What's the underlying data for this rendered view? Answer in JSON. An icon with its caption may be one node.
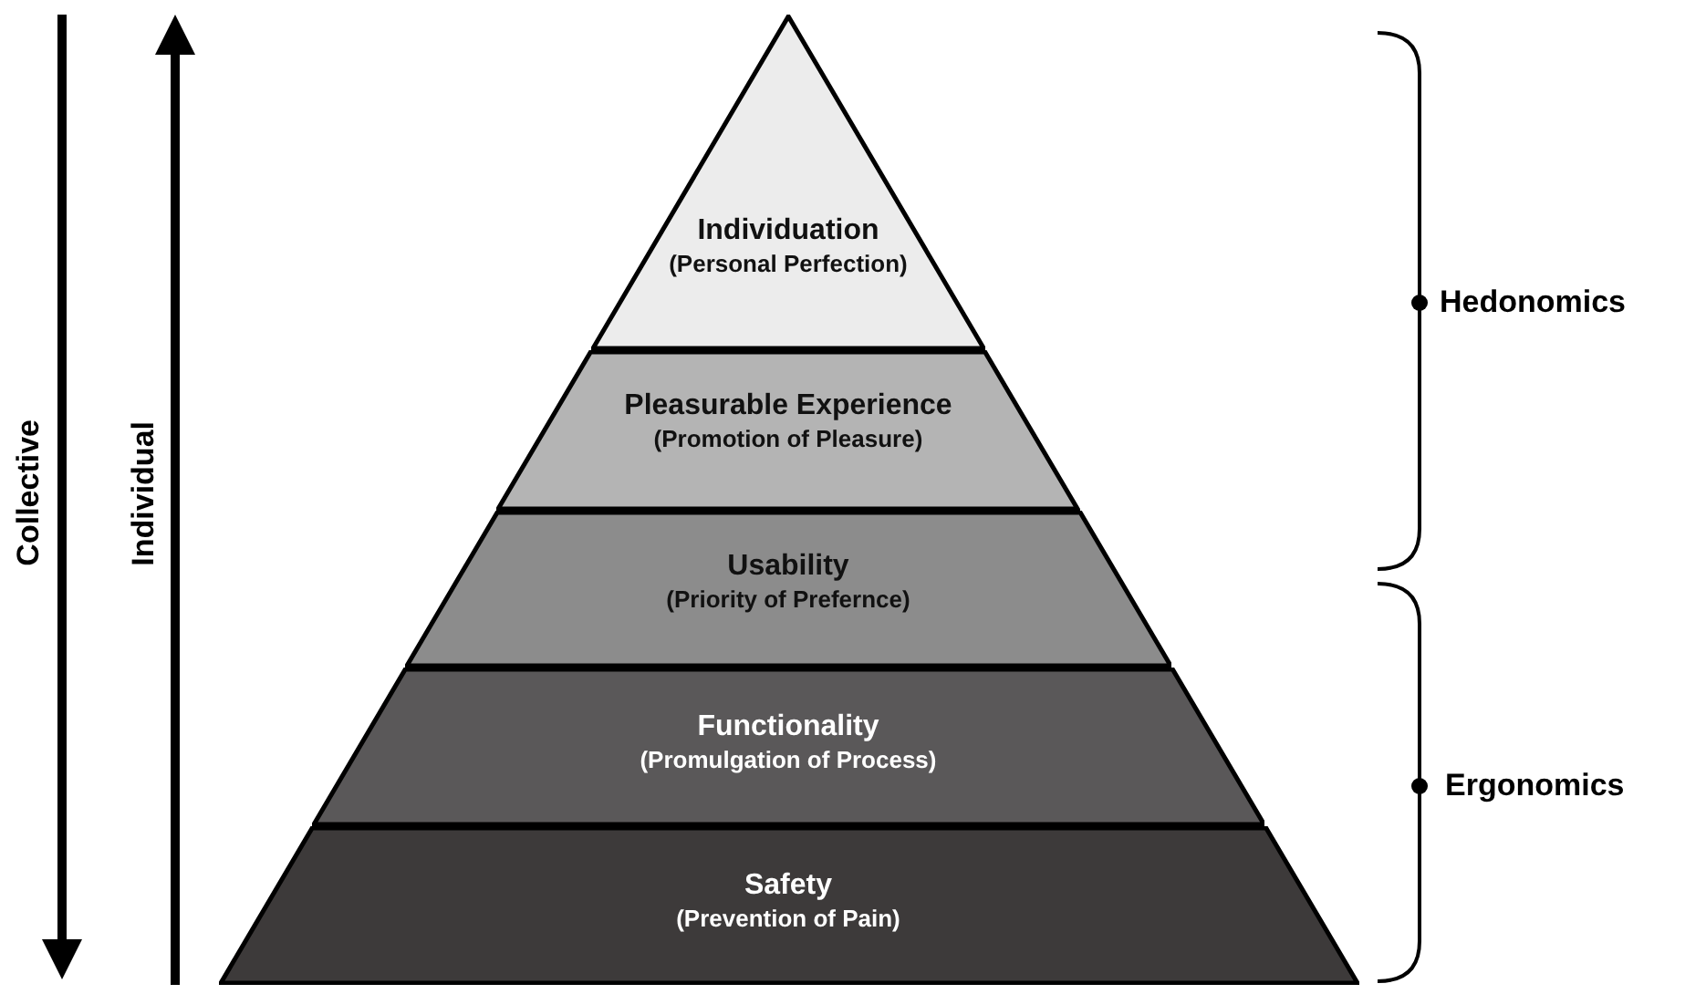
{
  "diagram": {
    "nodes": [
      {
        "text": [
          "Individuation",
          "(Personal Perfection)"
        ]
      },
      {
        "text": [
          "Pleasurable Experience",
          "(Promotion of Pleasure)"
        ]
      },
      {
        "text": [
          "Usability",
          "(Priority of Prefernce)"
        ]
      },
      {
        "text": [
          "Functionality",
          "(Promulgation of Process)"
        ]
      },
      {
        "text": [
          "Safety",
          "(Prevention of Pain)"
        ]
      }
    ],
    "labels": [
      "Collective",
      "Individual",
      "Hedonomics",
      "Ergonomics"
    ]
  }
}
